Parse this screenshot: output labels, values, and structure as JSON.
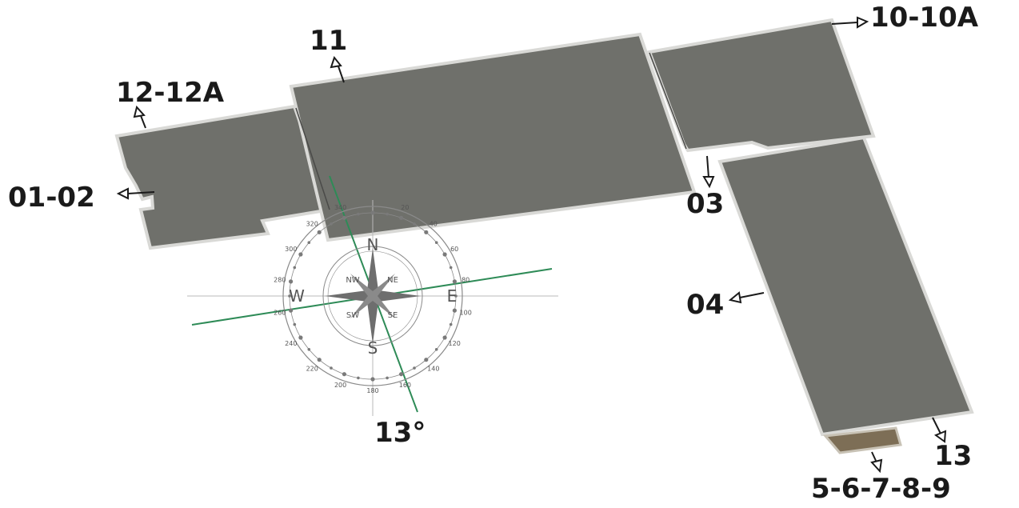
{
  "map": {
    "labels": {
      "l11": "11",
      "l1010a": "10-10A",
      "l1212a": "12-12A",
      "l0102": "01-02",
      "l03": "03",
      "l04": "04",
      "l13": "13",
      "l56789": "5-6-7-8-9"
    },
    "orientation": "13°",
    "colors": {
      "roof": "#6f706b",
      "parapet": "#d9d9d6",
      "orientation_line": "#2e8b57"
    }
  },
  "compass": {
    "cardinals": {
      "n": "N",
      "e": "E",
      "s": "S",
      "w": "W"
    },
    "intercardinals": {
      "ne": "NE",
      "se": "SE",
      "sw": "SW",
      "nw": "NW"
    },
    "degrees": [
      "20",
      "40",
      "60",
      "80",
      "100",
      "120",
      "140",
      "160",
      "180",
      "200",
      "220",
      "240",
      "260",
      "280",
      "300",
      "320",
      "340"
    ]
  }
}
